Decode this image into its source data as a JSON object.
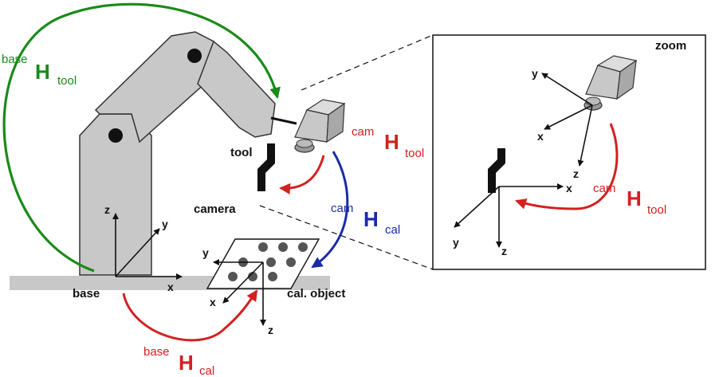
{
  "labels": {
    "base": "base",
    "tool": "tool",
    "camera": "camera",
    "cal_object": "cal. object",
    "zoom": "zoom"
  },
  "transforms": {
    "base_tool": {
      "sup": "base",
      "main": "H",
      "sub": "tool",
      "color": "#1a8a1a"
    },
    "cam_tool": {
      "sup": "cam",
      "main": "H",
      "sub": "tool",
      "color": "#d42020"
    },
    "cam_cal": {
      "sup": "cam",
      "main": "H",
      "sub": "cal",
      "color": "#1a2aa8"
    },
    "base_cal": {
      "sup": "base",
      "main": "H",
      "sub": "cal",
      "color": "#d42020"
    },
    "zoom_cam_tool": {
      "sup": "cam",
      "main": "H",
      "sub": "tool",
      "color": "#d42020"
    }
  },
  "axes": {
    "base": {
      "x": "x",
      "y": "y",
      "z": "z"
    },
    "cal": {
      "x": "x",
      "y": "y",
      "z": "z"
    },
    "zoom_cam": {
      "x": "x",
      "y": "y",
      "z": "z"
    },
    "zoom_tool": {
      "x": "x",
      "y": "y",
      "z": "z"
    }
  },
  "colors": {
    "green": "#1a8a1a",
    "red": "#d42020",
    "blue": "#1a2aa8",
    "robot_fill": "#c8c8c8",
    "ground": "#c8c8c8"
  }
}
